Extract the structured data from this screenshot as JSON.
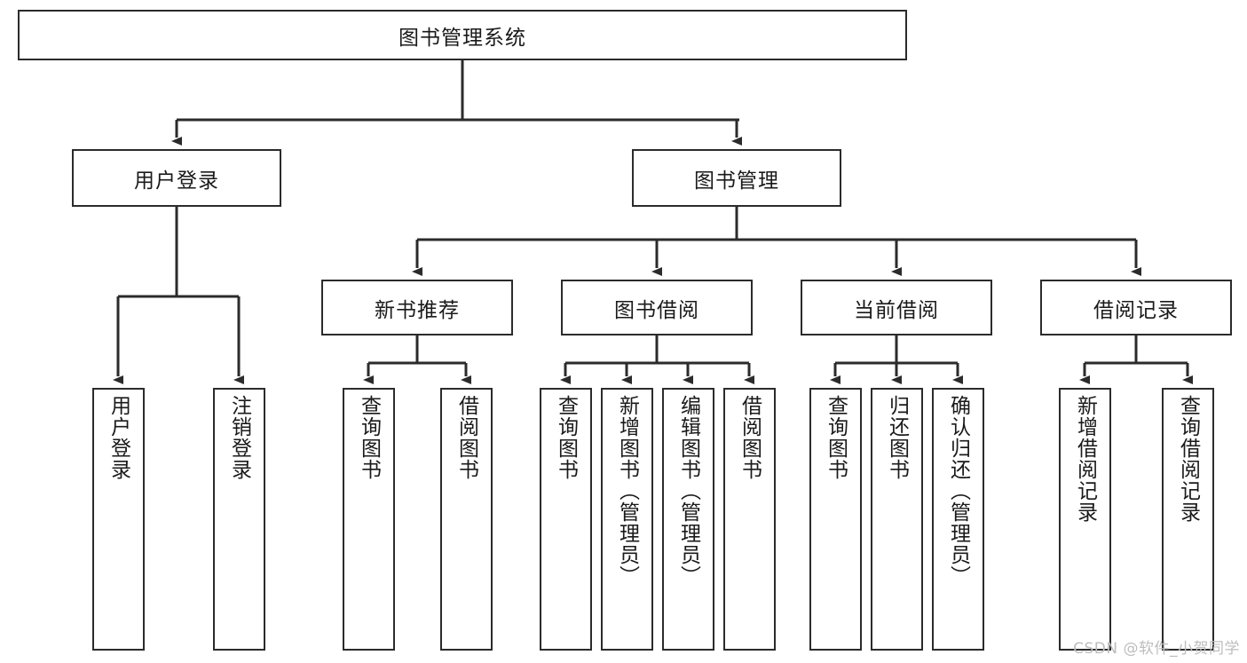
{
  "diagram": {
    "title_node": {
      "label": "图书管理系统"
    },
    "level2": [
      {
        "id": "user-login",
        "label": "用户登录"
      },
      {
        "id": "book-manage",
        "label": "图书管理"
      }
    ],
    "level3": [
      {
        "id": "new-book-recommend",
        "label": "新书推荐"
      },
      {
        "id": "book-borrow",
        "label": "图书借阅"
      },
      {
        "id": "current-borrow",
        "label": "当前借阅"
      },
      {
        "id": "borrow-record",
        "label": "借阅记录"
      }
    ],
    "leaves": {
      "user_login": [
        {
          "id": "leaf-user-login",
          "label": "用户登录"
        },
        {
          "id": "leaf-user-logout",
          "label": "注销登录"
        }
      ],
      "new_book_recommend": [
        {
          "id": "leaf-query-book-1",
          "label": "查询图书"
        },
        {
          "id": "leaf-borrow-book-1",
          "label": "借阅图书"
        }
      ],
      "book_borrow": [
        {
          "id": "leaf-query-book-2",
          "label": "查询图书"
        },
        {
          "id": "leaf-add-book",
          "label": "新增图书（管理员）"
        },
        {
          "id": "leaf-edit-book",
          "label": "编辑图书（管理员）"
        },
        {
          "id": "leaf-borrow-book-2",
          "label": "借阅图书"
        }
      ],
      "current_borrow": [
        {
          "id": "leaf-query-book-3",
          "label": "查询图书"
        },
        {
          "id": "leaf-return-book",
          "label": "归还图书"
        },
        {
          "id": "leaf-confirm-return",
          "label": "确认归还（管理员）"
        }
      ],
      "borrow_record": [
        {
          "id": "leaf-add-record",
          "label": "新增借阅记录"
        },
        {
          "id": "leaf-query-record",
          "label": "查询借阅记录"
        }
      ]
    },
    "watermark": "CSDN @软件_小贺同学",
    "colors": {
      "stroke": "#2b2b2b",
      "fill": "#ffffff",
      "text": "#1a1a1a",
      "watermark": "#bdbdbd"
    }
  }
}
